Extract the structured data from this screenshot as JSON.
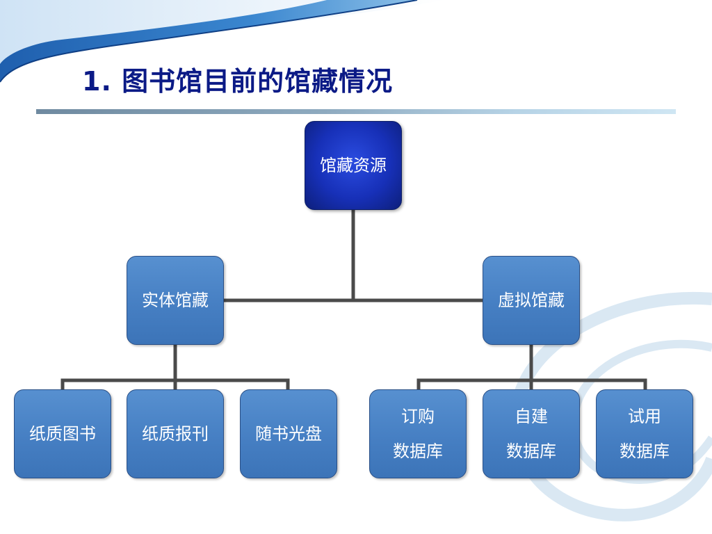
{
  "slide": {
    "title": "1. 图书馆目前的馆藏情况"
  },
  "diagram": {
    "root": {
      "label": "馆藏资源"
    },
    "level1": [
      {
        "label": "实体馆藏"
      },
      {
        "label": "虚拟馆藏"
      }
    ],
    "level2_physical": [
      {
        "label": "纸质图书"
      },
      {
        "label": "纸质报刊"
      },
      {
        "label": "随书光盘"
      }
    ],
    "level2_virtual": [
      {
        "line1": "订购",
        "line2": "数据库"
      },
      {
        "line1": "自建",
        "line2": "数据库"
      },
      {
        "line1": "试用",
        "line2": "数据库"
      }
    ]
  },
  "colors": {
    "title": "#0b1a86",
    "node_fill": "#467fc3",
    "root_fill": "#1730b8",
    "connector": "#4a4a4a"
  }
}
